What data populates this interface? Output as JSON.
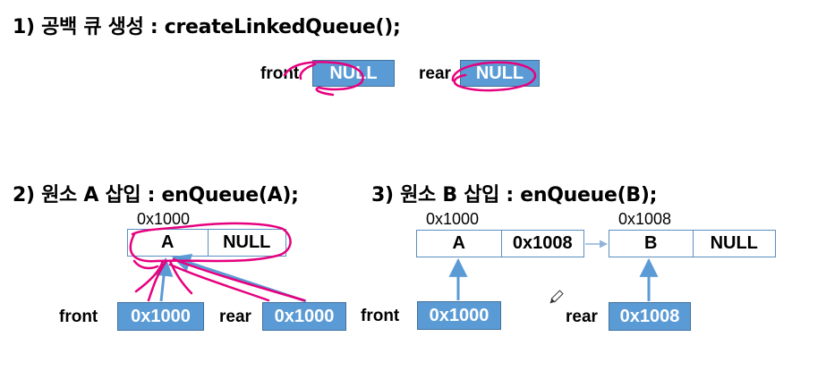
{
  "steps": [
    {
      "title": "1) 공백 큐 생성 : createLinkedQueue();",
      "front_label": "front",
      "front_value": "NULL",
      "rear_label": "rear",
      "rear_value": "NULL"
    },
    {
      "title": "2) 원소 A 삽입 : enQueue(A);",
      "node": {
        "address": "0x1000",
        "data": "A",
        "link": "NULL"
      },
      "front_label": "front",
      "front_value": "0x1000",
      "rear_label": "rear",
      "rear_value": "0x1000"
    },
    {
      "title": "3) 원소 B 삽입 : enQueue(B);",
      "nodes": [
        {
          "address": "0x1000",
          "data": "A",
          "link": "0x1008"
        },
        {
          "address": "0x1008",
          "data": "B",
          "link": "NULL"
        }
      ],
      "front_label": "front",
      "front_value": "0x1000",
      "rear_label": "rear",
      "rear_value": "0x1008"
    }
  ],
  "colors": {
    "pointer_box": "#5b9bd5",
    "arrow": "#5b9bd5",
    "annotation": "#e6007e"
  },
  "icons": [
    "pencil-cursor-icon"
  ]
}
